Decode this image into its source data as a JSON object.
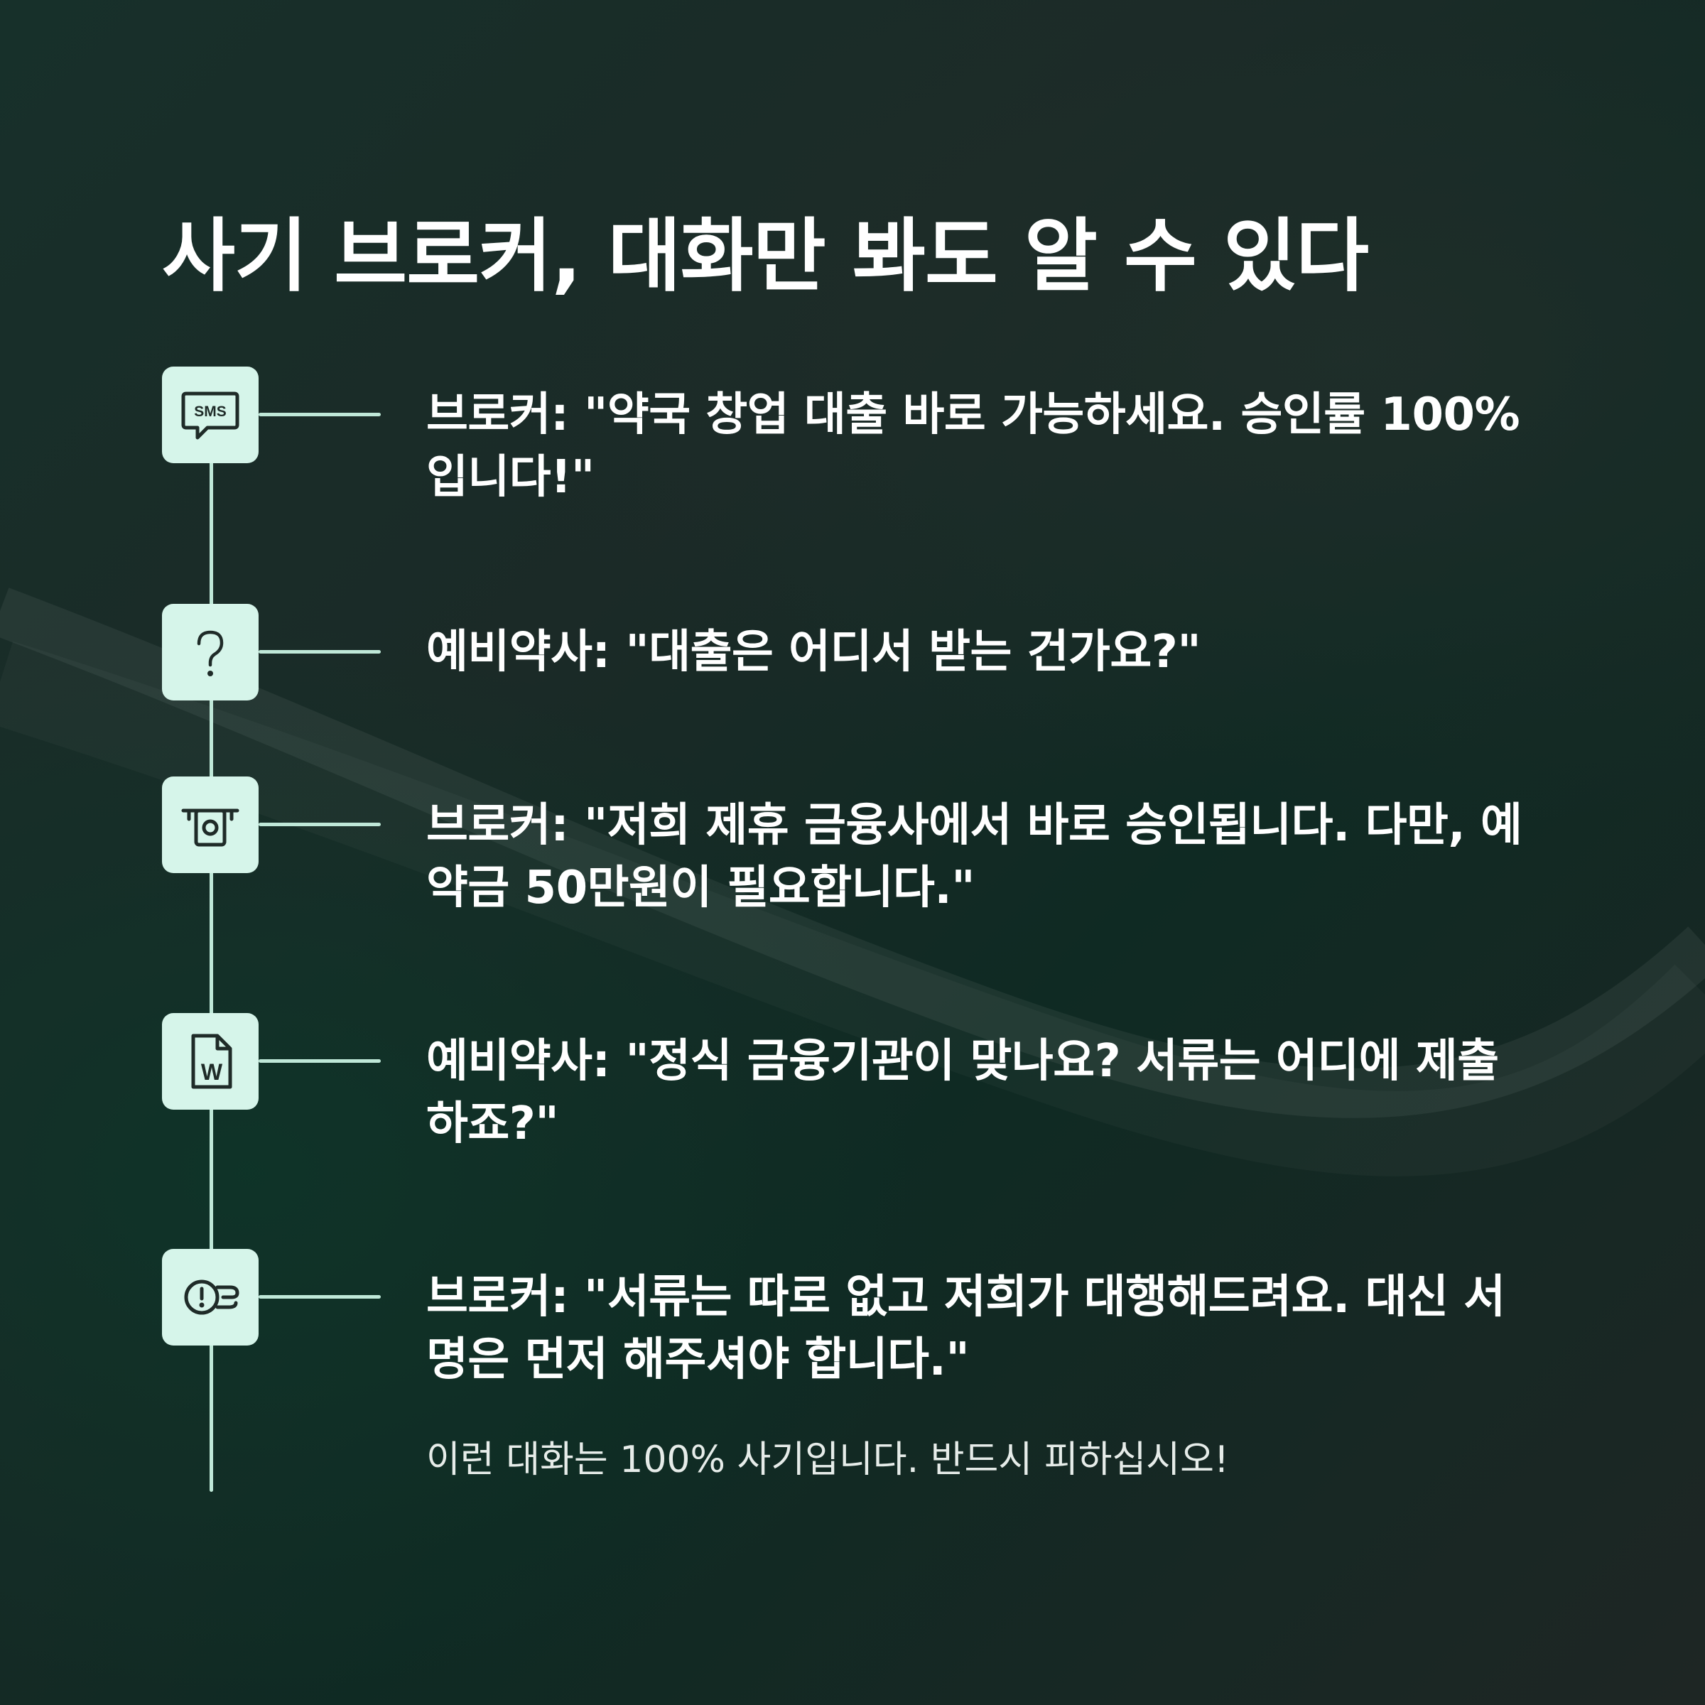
{
  "title": "사기 브로커, 대화만 봐도 알 수 있다",
  "icon_sms_text": "SMS",
  "icon_w_text": "W",
  "conversation": [
    {
      "icon": "sms-icon",
      "text": "브로커: \"약국 창업 대출 바로 가능하세요. 승인률 100%입니다!\""
    },
    {
      "icon": "question-icon",
      "text": "예비약사: \"대출은 어디서 받는 건가요?\""
    },
    {
      "icon": "cash-icon",
      "text": "브로커: \"저희 제휴 금융사에서 바로 승인됩니다. 다만, 예약금 50만원이 필요합니다.\""
    },
    {
      "icon": "word-document-icon",
      "text": "예비약사: \"정식 금융기관이 맞나요? 서류는 어디에 제출하죠?\""
    },
    {
      "icon": "warning-wind-icon",
      "text": "브로커: \"서류는 따로 없고 저희가 대행해드려요. 대신 서명은 먼저 해주셔야 합니다.\""
    }
  ],
  "footer_note": "이런 대화는 100% 사기입니다. 반드시 피하십시오!",
  "colors": {
    "accent_box": "#d6f5ea",
    "timeline": "#bfe8d8",
    "icon_stroke": "#1f2b28",
    "text": "#ffffff"
  }
}
